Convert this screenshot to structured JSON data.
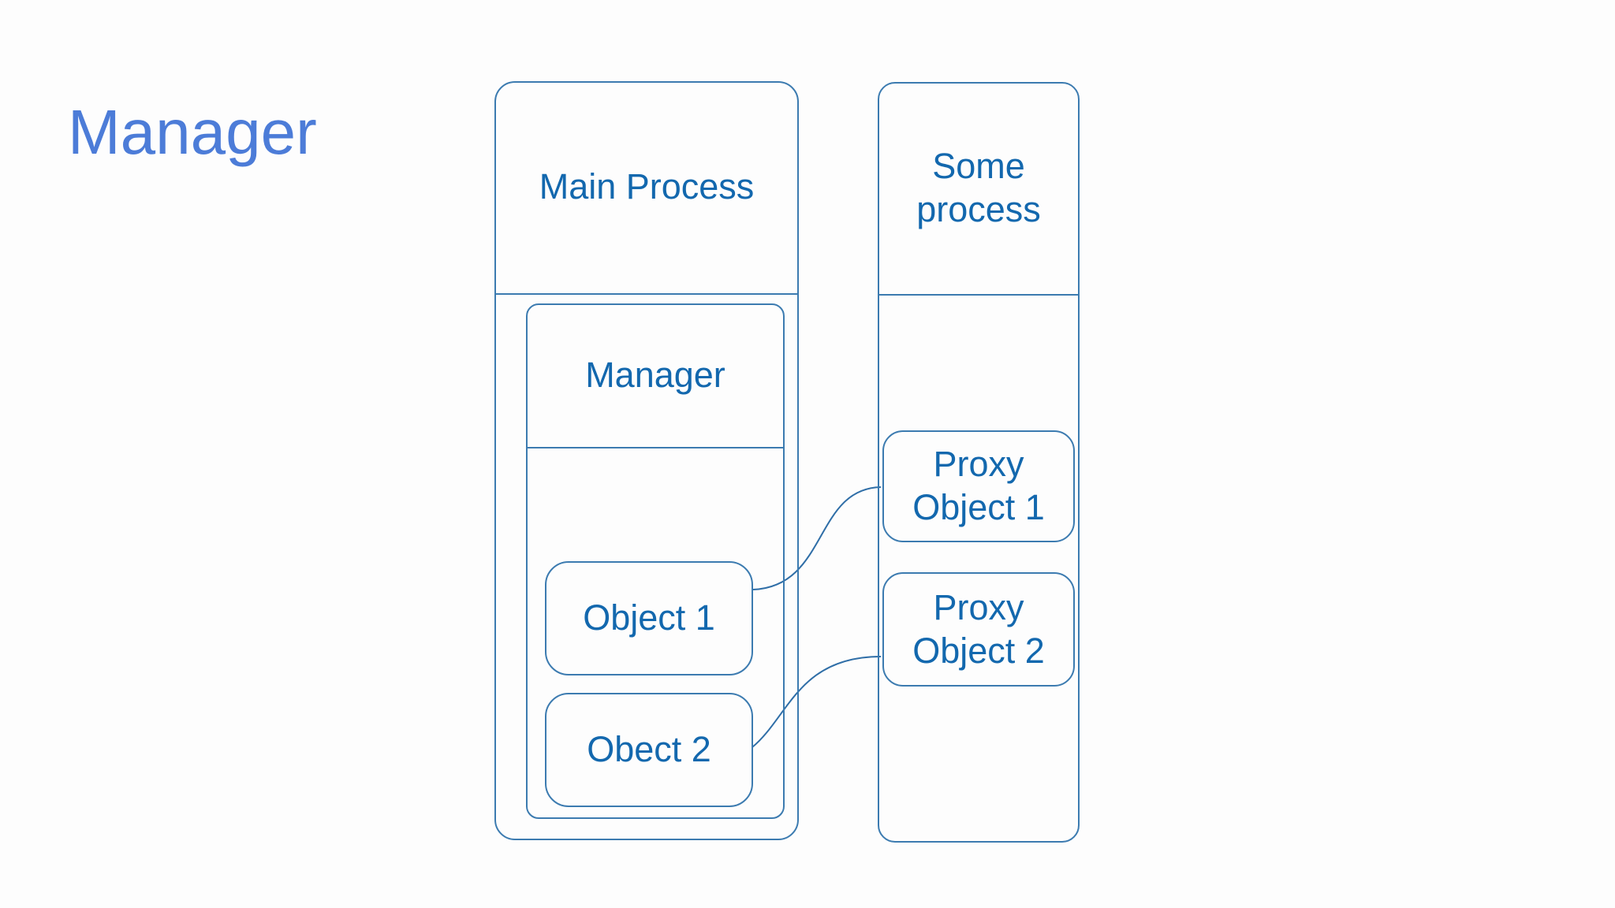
{
  "page": {
    "title": "Manager"
  },
  "colors": {
    "background": "#fdfdfd",
    "title": "#4c7cd8",
    "box_border": "#3c7bb0",
    "box_text": "#1368ae",
    "connector": "#2f6ea7"
  },
  "diagram": {
    "main_process": {
      "label": "Main Process",
      "manager_group": {
        "label": "Manager",
        "objects": [
          {
            "label": "Object 1"
          },
          {
            "label": "Obect 2"
          }
        ]
      }
    },
    "some_process": {
      "label": "Some\nprocess",
      "proxies": [
        {
          "label": "Proxy\nObject 1"
        },
        {
          "label": "Proxy\nObject 2"
        }
      ]
    },
    "connections": [
      {
        "from": "Object 1",
        "to": "Proxy Object 1"
      },
      {
        "from": "Obect 2",
        "to": "Proxy Object 2"
      }
    ]
  }
}
